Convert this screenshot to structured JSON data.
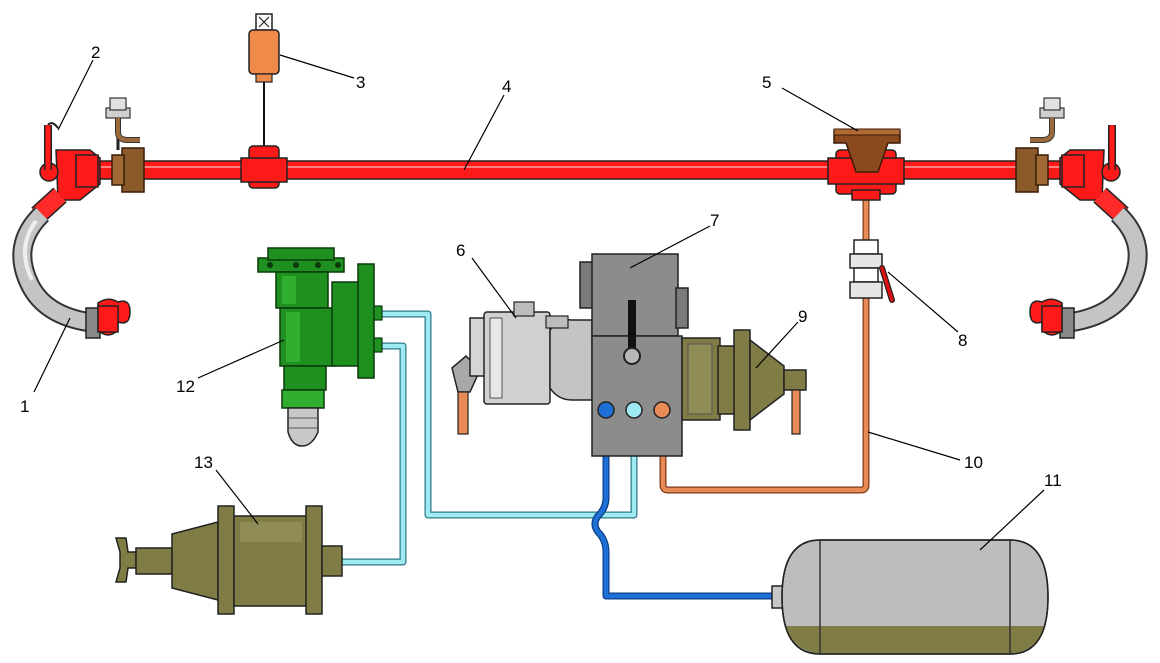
{
  "diagram": {
    "labels": {
      "l1": "1",
      "l2": "2",
      "l3": "3",
      "l4": "4",
      "l5": "5",
      "l6": "6",
      "l7": "7",
      "l8": "8",
      "l9": "9",
      "l10": "10",
      "l11": "11",
      "l12": "12",
      "l13": "13"
    },
    "colors": {
      "brake_pipe": "#ff1a1a",
      "hose": "#b8b8b8",
      "valve_body": "#9a9a9a",
      "green_valve": "#1f8f1f",
      "cylinder": "#7f7d45",
      "reservoir": "#bdbdbd",
      "line_blue": "#1e6fd6",
      "line_cyan": "#8fe0ea",
      "line_orange": "#e88a55",
      "dirt_collector": "#8a4a1e",
      "alarm": "#f08a4a"
    }
  }
}
